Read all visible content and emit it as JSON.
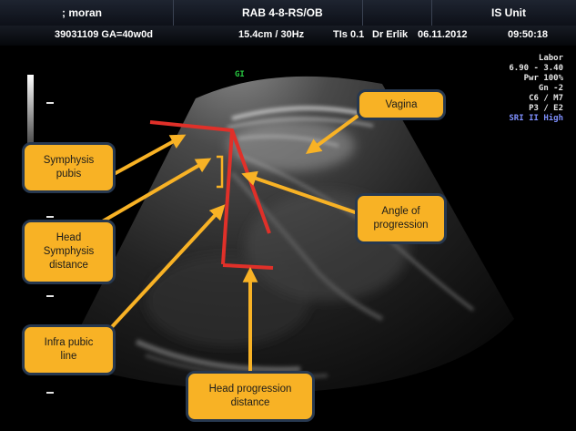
{
  "header": {
    "patient_name": "; moran",
    "probe": "RAB 4-8-RS/OB",
    "unit": "IS Unit",
    "patient_id_ga": "39031109 GA=40w0d",
    "depth_freq": "15.4cm / 30Hz",
    "tis": "TIs 0.1",
    "doctor": "Dr Erlik",
    "date": "06.11.2012",
    "time": "09:50:18"
  },
  "image_params": [
    "Labor",
    "6.90 - 3.40",
    "Pwr 100%",
    "Gn -2",
    "C6 / M7",
    "P3 / E2",
    "SRI II High"
  ],
  "gain_marker": "GI",
  "callouts": {
    "vagina": "Vagina",
    "symphysis_pubis": "Symphysis\npubis",
    "head_symphysis_distance": "Head\nSymphysis\ndistance",
    "angle_of_progression": "Angle of\nprogression",
    "infra_pubic_line": "Infra pubic\nline",
    "head_progression_distance": "Head progression\ndistance"
  },
  "colors": {
    "callout_fill": "#f8b225",
    "callout_border": "#27384f",
    "arrow": "#f8b225",
    "measurement_line": "#e03029",
    "param_accent": "#7f90ff"
  }
}
